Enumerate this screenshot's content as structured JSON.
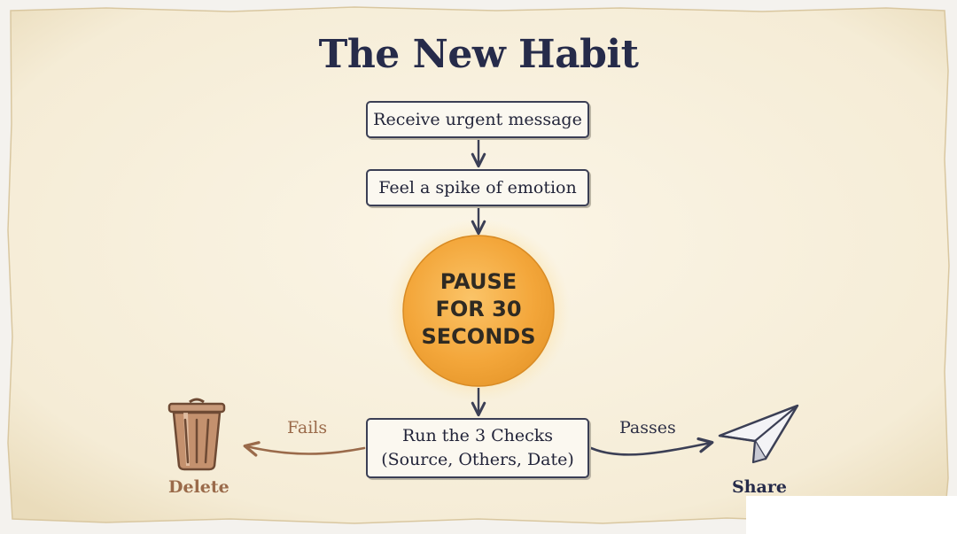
{
  "title": "The New Habit",
  "steps": {
    "receive": "Receive urgent message",
    "feel": "Feel a spike of emotion",
    "pause_lines": [
      "PAUSE",
      "FOR 30",
      "SECONDS"
    ],
    "checks_line1": "Run the 3 Checks",
    "checks_line2": "(Source, Others, Date)"
  },
  "branches": {
    "fails": "Fails",
    "passes": "Passes",
    "delete": "Delete",
    "share": "Share"
  },
  "icons": {
    "delete": "trash-can-icon",
    "share": "paper-plane-icon"
  },
  "colors": {
    "parchment": "#f6efdc",
    "ink": "#262b4a",
    "fail_brown": "#9a6a4a",
    "pause_orange": "#f2a93b"
  }
}
